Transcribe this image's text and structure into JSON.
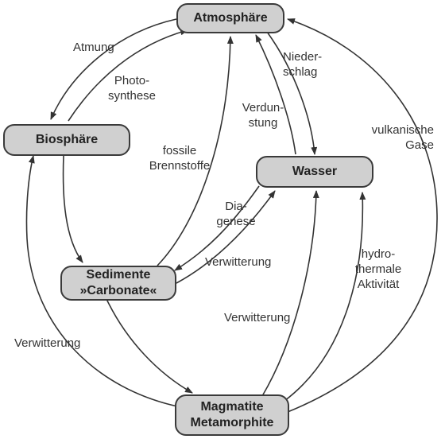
{
  "nodes": {
    "atmosphaere": "Atmosphäre",
    "biosphaere": "Biosphäre",
    "wasser": "Wasser",
    "sedimente_line1": "Sedimente",
    "sedimente_line2": "»Carbonate«",
    "magmatite_line1": "Magmatite",
    "magmatite_line2": "Metamorphite"
  },
  "labels": {
    "atmung": "Atmung",
    "photosynthese_line1": "Photo-",
    "photosynthese_line2": "synthese",
    "niederschlag_line1": "Nieder-",
    "niederschlag_line2": "schlag",
    "verdunstung_line1": "Verdun-",
    "verdunstung_line2": "stung",
    "vulkanische_gase_line1": "vulkanische",
    "vulkanische_gase_line2": "Gase",
    "fossile_brennstoffe_line1": "fossile",
    "fossile_brennstoffe_line2": "Brennstoffe",
    "diagenese_line1": "Dia-",
    "diagenese_line2": "genese",
    "verwitterung_sed_wasser": "Verwitterung",
    "hydrothermale_line1": "hydro-",
    "hydrothermale_line2": "thermale",
    "hydrothermale_line3": "Aktivität",
    "verwitterung_mag_wasser": "Verwitterung",
    "verwitterung_left": "Verwitterung"
  },
  "colors": {
    "node_fill": "#d0d0d0",
    "node_border": "#3a3a3a",
    "arrow": "#333333",
    "text": "#333333"
  }
}
